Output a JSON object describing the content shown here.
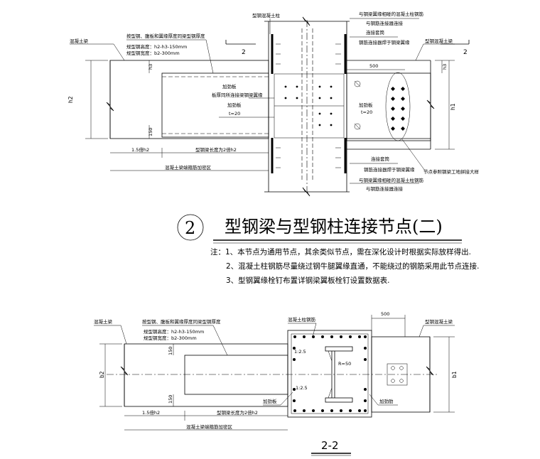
{
  "top_view": {
    "label_steel_concrete_column": "型钢混凝土柱",
    "label_concrete_beam": "混凝土梁",
    "label_height_note": "按型钢、腹板和翼缘厚度同梁型钢厚度",
    "label_steel_height": "规型钢高度：h2-h3-150mm",
    "label_steel_width": "规型钢宽度：b2-300mm",
    "label_column_rebar_pass": "与钢梁翼缘相碰的混凝土柱钢筋",
    "label_column_rebar_connector": "与钢筋连接器连接",
    "label_connector_1": "连接套筒",
    "label_rebar_connector_flange": "钢筋连接器焊于钢梁翼缘",
    "label_stiffener_1": "加劲板",
    "label_stiffener_note": "板厚同所连接梁钢梁翼缘",
    "label_stiffener_2": "加劲板",
    "label_t20": "t=20",
    "label_t20_b": "t=20",
    "dim_500": "500",
    "dim_h3": "h3",
    "dim_h2": "h2",
    "dim_h1": "h1",
    "dim_150": "150",
    "dim_15h2": "1.5倍h2",
    "dim_beam_length": "型钢梁长度为2倍h2",
    "dim_anchor_zone": "混凝土梁端箍筋加密区",
    "label_connector_2": "连接套筒",
    "label_rebar_connector_2": "钢筋连接器焊于钢梁翼缘",
    "label_column_rebar_pass_2": "与钢梁翼缘相碰的混凝土柱钢筋",
    "label_column_rebar_connector_2": "与钢筋连接器连接",
    "label_bolt_note": "节点参照钢梁工地拼接大样",
    "section_mark_left": "2",
    "section_mark_right": "2",
    "label_steel_concrete_beam": "型钢混凝土梁"
  },
  "title": {
    "circle_number": "2",
    "text": "型钢梁与型钢柱连接节点(二)"
  },
  "notes": {
    "line1": "注：1、本节点为通用节点，其余类似节点，需在深化设计时根据实际放样得出.",
    "line2": "2、混凝土柱钢筋尽量绕过钢牛腿翼缘直通，不能绕过的钢筋采用此节点连接.",
    "line3": "3、型钢翼缘栓钉布置详钢梁翼板栓钉设置数据表."
  },
  "section_view": {
    "label_concrete_beam": "混凝土梁",
    "label_height_note": "按型钢、腹板和翼缘厚度同梁型钢厚度",
    "label_steel_height": "规型钢高度：h2-h3-150mm",
    "label_steel_width": "规型钢宽度：b2-300mm",
    "label_column_rebar": "混凝土柱钢筋",
    "label_steel_concrete_beam": "型钢混凝土梁",
    "dim_500": "500",
    "dim_b2": "b2",
    "dim_b1": "b1",
    "dim_150_top": "150",
    "dim_150_bot": "150",
    "slope_1": "1:2.5",
    "slope_2": "1:2.5",
    "radius": "R=50",
    "label_stiffener": "加劲板",
    "label_stiffener_2": "加劲肋",
    "dim_15h2": "1.5倍h2",
    "dim_beam_length": "型钢梁长度为2倍h2",
    "dim_anchor_zone": "混凝土梁端箍筋加密区",
    "section_title": "2-2"
  }
}
